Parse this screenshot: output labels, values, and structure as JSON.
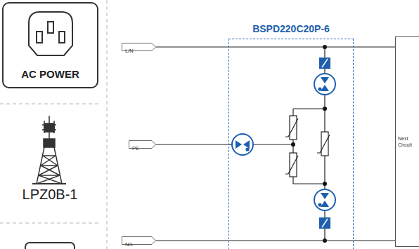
{
  "diagram": {
    "nodes": [
      {
        "text": [
          "AC POWER"
        ]
      },
      {
        "text": [
          "L/N"
        ]
      },
      {
        "text": [
          "BSPD220C20P-6"
        ]
      },
      {
        "text": [
          "PE"
        ]
      },
      {
        "text": [
          "N/L"
        ]
      },
      {
        "text": [
          "Next Circuit"
        ]
      }
    ],
    "edges": [
      {
        "from": 1,
        "to": 5,
        "arrow": "none"
      },
      {
        "from": 3,
        "to": 2,
        "arrow": "none"
      },
      {
        "from": 4,
        "to": 5,
        "arrow": "none"
      }
    ],
    "labels": [
      "LPZ0B-1"
    ]
  }
}
